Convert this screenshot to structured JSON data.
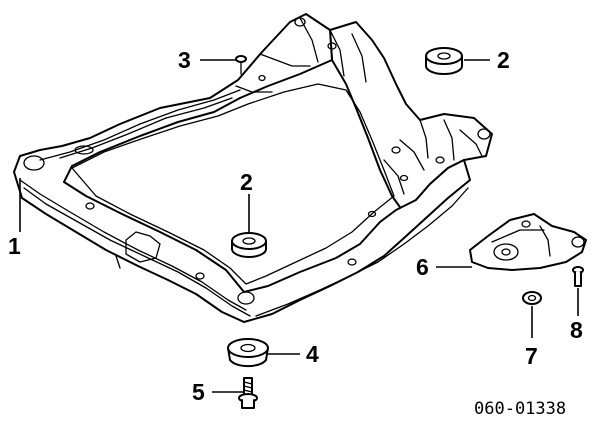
{
  "diagram": {
    "reference_number": "060-01338",
    "callouts": [
      {
        "id": "c1",
        "label": "1"
      },
      {
        "id": "c2a",
        "label": "2"
      },
      {
        "id": "c2b",
        "label": "2"
      },
      {
        "id": "c3",
        "label": "3"
      },
      {
        "id": "c4",
        "label": "4"
      },
      {
        "id": "c5",
        "label": "5"
      },
      {
        "id": "c6",
        "label": "6"
      },
      {
        "id": "c7",
        "label": "7"
      },
      {
        "id": "c8",
        "label": "8"
      }
    ]
  }
}
